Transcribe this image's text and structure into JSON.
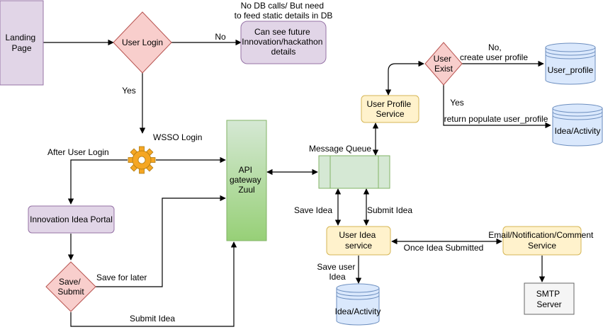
{
  "colors": {
    "purple_fill": "#e1d5e7",
    "purple_stroke": "#9673a6",
    "red_fill": "#f8cecc",
    "red_stroke": "#b85450",
    "yellow_fill": "#fff2cc",
    "yellow_stroke": "#d6b656",
    "green_fill_top": "#d5e8d4",
    "green_fill_bottom": "#97d077",
    "green_stroke": "#82b366",
    "blue_fill": "#dae8fc",
    "blue_stroke": "#6c8ebf",
    "gray_fill": "#f5f5f5",
    "gray_stroke": "#666666",
    "gear_color": "#f5a623"
  },
  "nodes": {
    "landing_page": [
      "Landing",
      "Page"
    ],
    "user_login": [
      "User Login"
    ],
    "future_details": [
      "Can see future",
      "Innovation/hackathon",
      "details"
    ],
    "wsso_gear": "gear-icon",
    "innovation_portal": [
      "Innovation Idea Portal"
    ],
    "save_submit": [
      "Save/",
      "Submit"
    ],
    "api_gateway": [
      "API",
      "gateway",
      "Zuul"
    ],
    "message_queue_label": "Message Queue",
    "user_profile_service": [
      "User Profile",
      "Service"
    ],
    "user_exist": [
      "User",
      "Exist"
    ],
    "user_profile_db": [
      "User_profile"
    ],
    "idea_activity_db_top": [
      "Idea/Activity"
    ],
    "user_idea_service": [
      "User Idea",
      "service"
    ],
    "idea_activity_db_bottom": [
      "Idea/Activity"
    ],
    "email_service": [
      "Email/Notification/Comment",
      "Service"
    ],
    "smtp_server": [
      "SMTP",
      "Server"
    ]
  },
  "edge_labels": {
    "no_db_calls": [
      "No DB calls/ But need",
      "to feed static details in DB"
    ],
    "no": "No",
    "yes": "Yes",
    "wsso_login": "WSSO Login",
    "after_user_login": "After User Login",
    "save_for_later": "Save for later",
    "submit_idea_bottom": "Submit Idea",
    "save_idea": "Save Idea",
    "submit_idea_mid": "Submit Idea",
    "once_idea_submitted": "Once Idea Submitted",
    "save_user_idea": [
      "Save user",
      "Idea"
    ],
    "no_create_profile": [
      "No,",
      "create user profile"
    ],
    "yes_right": "Yes",
    "return_populate": "return populate user_profile"
  }
}
